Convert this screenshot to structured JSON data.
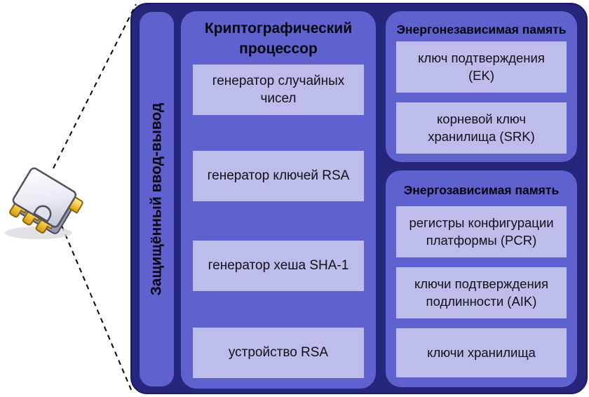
{
  "secure_io": {
    "label": "Защищённый ввод-вывод"
  },
  "crypto_processor": {
    "title": "Криптографический процессор",
    "items": [
      "генератор случайных чисел",
      "генератор ключей RSA",
      "генератор хеша SHA-1",
      "устройство RSA"
    ]
  },
  "nonvolatile_memory": {
    "title": "Энергонезависимая память",
    "items": [
      "ключ подтверждения (EK)",
      "корневой ключ хранилища (SRK)"
    ]
  },
  "volatile_memory": {
    "title": "Энергозависимая память",
    "items": [
      "регистры конфигурации платформы (PCR)",
      "ключи подтверждения подлинности (AIK)",
      "ключи хранилища"
    ]
  },
  "colors": {
    "outer_container": "#26267C",
    "panel": "#5F61CE",
    "inner_box": "#BCBDEA",
    "text": "#0A0A14",
    "dashed_line": "#000000",
    "chip_gold": "#F6C843",
    "chip_body": "#E9EAF2"
  }
}
